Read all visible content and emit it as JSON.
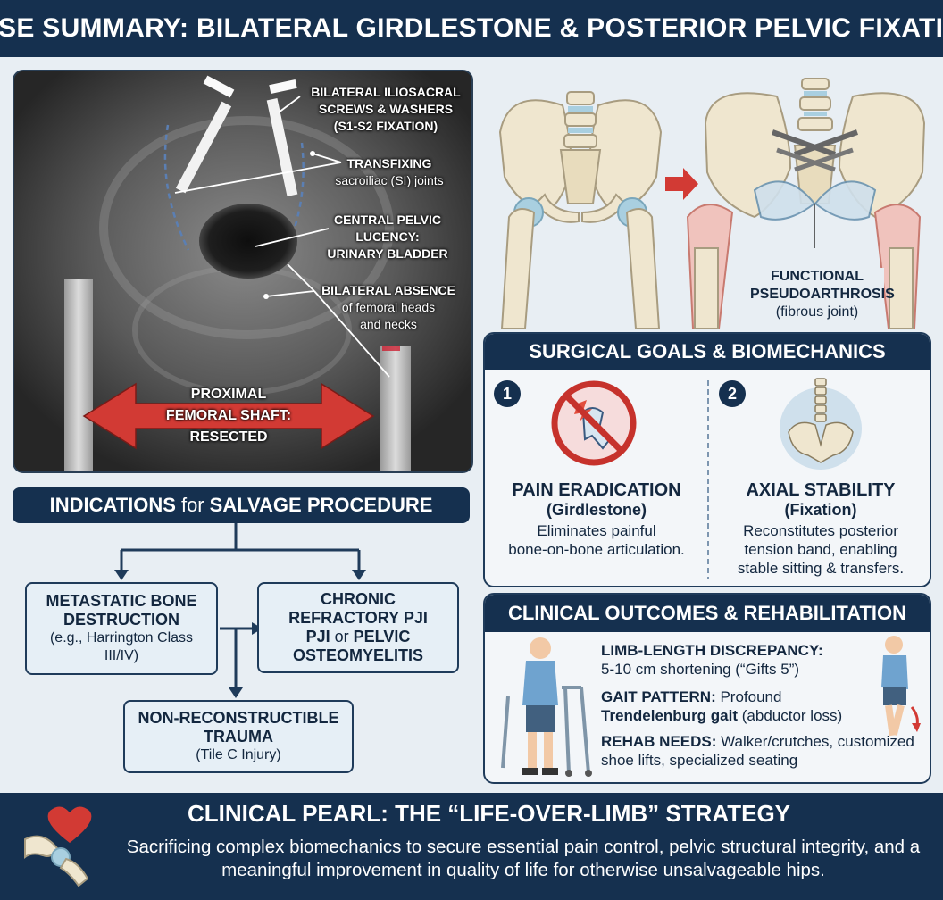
{
  "header": {
    "title": "CASE SUMMARY: BILATERAL GIRDLESTONE & POSTERIOR PELVIC FIXATION"
  },
  "xray": {
    "labels": {
      "screws": [
        "BILATERAL ILIOSACRAL",
        "SCREWS & WASHERS",
        "(S1-S2 FIXATION)"
      ],
      "transfixing": {
        "bold": "TRANSFIXING",
        "normal": "sacroiliac (SI) joints"
      },
      "lucency": [
        "CENTRAL PELVIC",
        "LUCENCY:",
        "URINARY BLADDER"
      ],
      "absence": {
        "bold": "BILATERAL ABSENCE",
        "normal1": "of femoral heads",
        "normal2": "and necks"
      },
      "resected": [
        "PROXIMAL",
        "FEMORAL SHAFT:",
        "RESECTED"
      ]
    }
  },
  "anatomy": {
    "pseudo_bold1": "FUNCTIONAL",
    "pseudo_bold2": "PSEUDOARTHROSIS",
    "pseudo_normal": "(fibrous joint)"
  },
  "goals": {
    "title": "SURGICAL GOALS & BIOMECHANICS",
    "items": [
      {
        "number": "1",
        "title": "PAIN ERADICATION",
        "subtitle": "(Girdlestone)",
        "desc1": "Eliminates painful",
        "desc2": "bone-on-bone articulation."
      },
      {
        "number": "2",
        "title": "AXIAL STABILITY",
        "subtitle": "(Fixation)",
        "desc1": "Reconstitutes posterior",
        "desc2": "tension band, enabling",
        "desc3": "stable sitting & transfers."
      }
    ]
  },
  "outcomes": {
    "title": "CLINICAL OUTCOMES & REHABILITATION",
    "items": [
      {
        "label": "LIMB-LENGTH DISCREPANCY:",
        "text": "5-10 cm shortening (“Gifts 5”)"
      },
      {
        "label": "GAIT PATTERN:",
        "text1": " Profound",
        "bold2": "Trendelenburg gait",
        "text2": " (abductor loss)"
      },
      {
        "label": "REHAB NEEDS:",
        "text": " Walker/crutches, customized shoe lifts, specialized seating"
      }
    ]
  },
  "indications": {
    "title_bold1": "INDICATIONS",
    "title_normal": "for",
    "title_bold2": "SALVAGE PROCEDURE",
    "boxes": {
      "metastatic": {
        "t1": "METASTATIC BONE",
        "t2": "DESTRUCTION",
        "s1": "(e.g., Harrington Class",
        "s2": "III/IV)"
      },
      "pji": {
        "t1": "CHRONIC",
        "t2": "REFRACTORY PJI",
        "t3a": "PJI",
        "t3b": " or ",
        "t3c": "PELVIC",
        "t4": "OSTEOMYELITIS"
      },
      "trauma": {
        "t1": "NON-RECONSTRUCTIBLE",
        "t2": "TRAUMA",
        "s1": "(Tile C Injury)"
      }
    }
  },
  "pearl": {
    "title": "CLINICAL PEARL: THE “LIFE-OVER-LIMB” STRATEGY",
    "text": "Sacrificing complex biomechanics to secure essential pain control, pelvic structural integrity, and a meaningful improvement in quality of life for otherwise unsalvageable hips."
  },
  "colors": {
    "navy": "#15304f",
    "arrow_red": "#d23a34",
    "bone": "#efe6cf",
    "cartilage": "#a9cfe0"
  }
}
